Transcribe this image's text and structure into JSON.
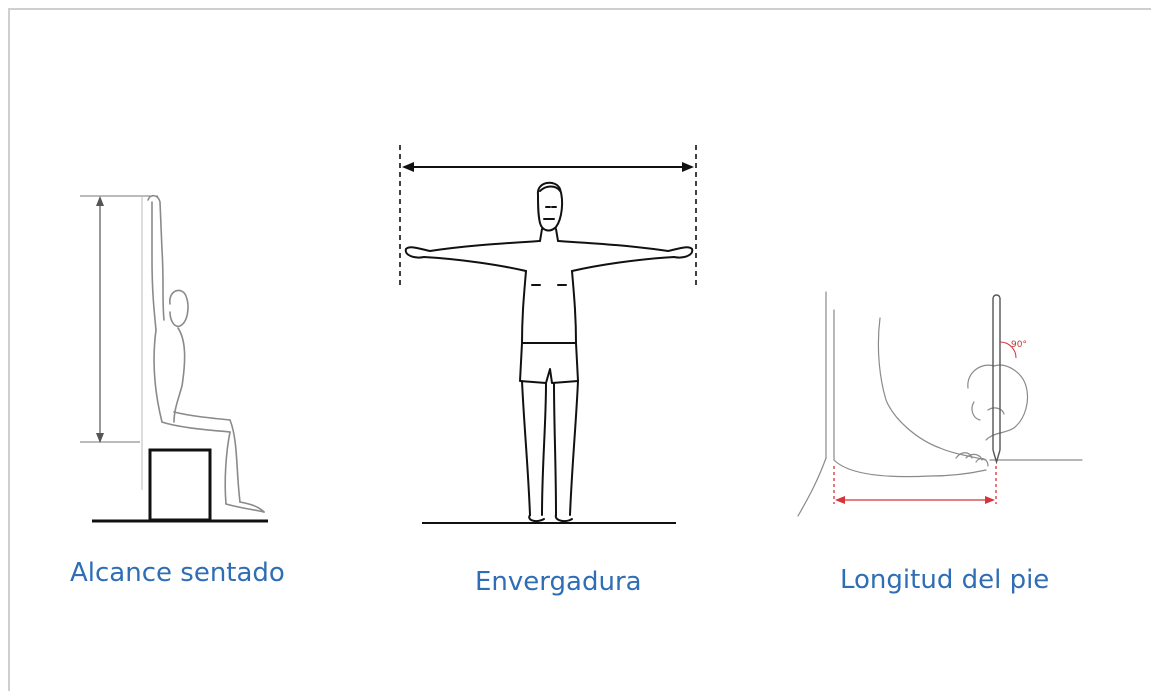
{
  "figures": [
    {
      "id": "seated-reach",
      "caption": "Alcance sentado",
      "icon": "seated-reach-figure"
    },
    {
      "id": "arm-span",
      "caption": "Envergadura",
      "icon": "arm-span-figure"
    },
    {
      "id": "foot-length",
      "caption": "Longitud del pie",
      "icon": "foot-length-figure",
      "angle_label": "90°"
    }
  ],
  "colors": {
    "caption": "#2f6eb5",
    "line": "#111111",
    "sketch": "#8a8a8a",
    "measure_red": "#d6333a"
  }
}
